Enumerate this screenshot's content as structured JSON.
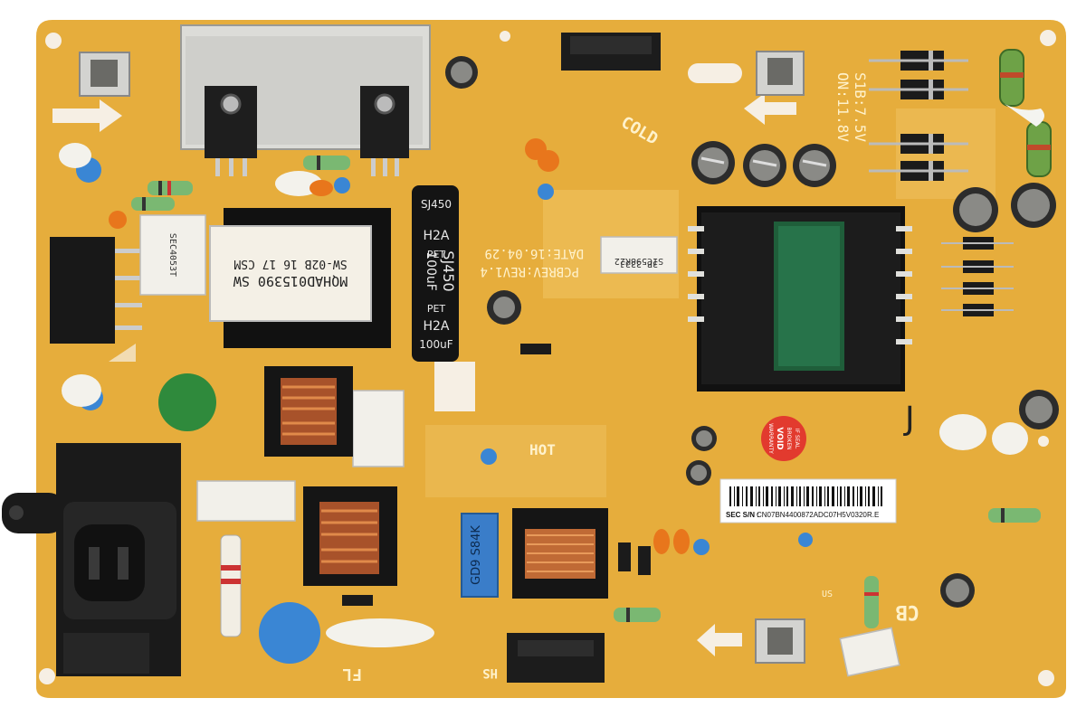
{
  "labels": {
    "cold": "COLD",
    "hot": "HOT",
    "rev": "PCBREV:REV1.4",
    "date": "DATE:16.04.29",
    "voltage_1": "S1B:7.5V",
    "voltage_2": "ON:11.8V",
    "cb": "CB",
    "us": "US",
    "fl": "FL",
    "hs": "HS"
  },
  "components": {
    "transformer_main": "MQHAD015390 SW",
    "transformer_sub": "SW-02B 16 17 CSM",
    "cap_big_1": "SJ450",
    "cap_big_1_value": "100uF",
    "cap_big_1_series": "H2A",
    "cap_big_1_pet": "PET",
    "cap_big_2": "SJ450",
    "cap_big_2_value": "100uF",
    "cap_big_2_series": "H2A",
    "cap_big_2_pet": "PET",
    "film_cap": "3B 333J",
    "film_cap_2": "SIC598K22",
    "blue_cap": "GD9 S84K",
    "relay_small": "SEC4053T"
  },
  "sticker": {
    "sn_label": "SEC S/N :",
    "sn_value": "CN07BN4400872ADC07H5V0320",
    "rev_value": "R.E"
  },
  "warranty": {
    "line1": "IF SEAL",
    "line2": "BROKEN",
    "line3": "VOID",
    "line4": "WARRANTY"
  },
  "hand_label": "J",
  "colors": {
    "pcb": "#e6ad3c",
    "pcb_dark": "#d4982a",
    "background": "#ffffff",
    "board_edge": "#f0d7a0",
    "heatsink": "#d9d9d6",
    "black_comp": "#1d1d1d",
    "copper": "#c56a2a",
    "blue_cap": "#3a8bd6",
    "orange_cap": "#e8761c",
    "green_varistor": "#2f8a3c"
  }
}
